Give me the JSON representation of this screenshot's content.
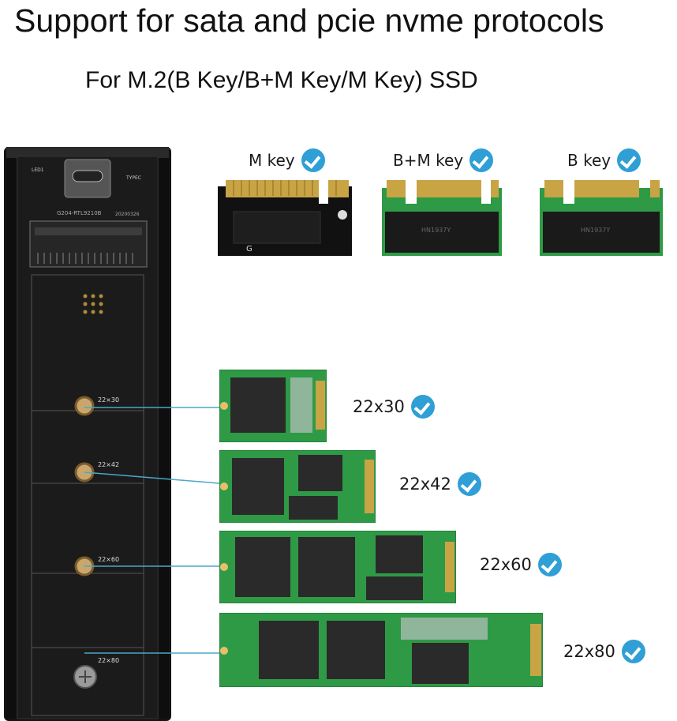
{
  "header": {
    "title": "Support for sata and pcie nvme protocols",
    "subtitle": "For M.2(B Key/B+M Key/M Key) SSD"
  },
  "keys": [
    {
      "label": "M key"
    },
    {
      "label": "B+M key"
    },
    {
      "label": "B key"
    }
  ],
  "sizes": [
    {
      "label": "22x30",
      "pcb_label": "22×30"
    },
    {
      "label": "22x42",
      "pcb_label": "22×42"
    },
    {
      "label": "22x60",
      "pcb_label": "22×60"
    },
    {
      "label": "22x80",
      "pcb_label": "22×80"
    }
  ],
  "enclosure": {
    "led_label": "LED1",
    "port_label": "TYPEC",
    "board_label": "G204-RTL9210B",
    "date_label": "20200326"
  },
  "colors": {
    "check": "#2f9fd6",
    "pcb_green": "#2f9a46",
    "enclosure": "#141414"
  }
}
